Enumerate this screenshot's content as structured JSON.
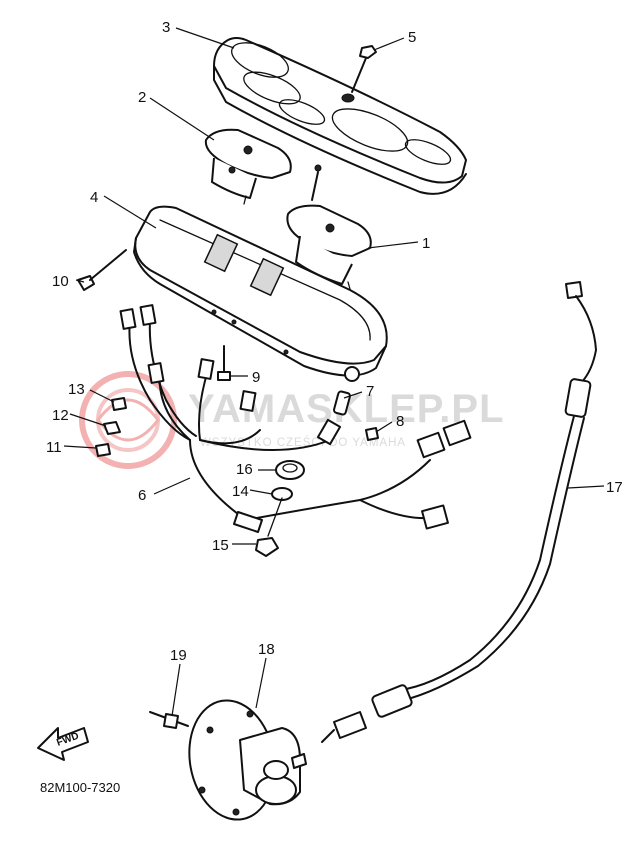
{
  "callouts": [
    {
      "num": "1"
    },
    {
      "num": "2"
    },
    {
      "num": "3"
    },
    {
      "num": "4"
    },
    {
      "num": "5"
    },
    {
      "num": "6"
    },
    {
      "num": "7"
    },
    {
      "num": "8"
    },
    {
      "num": "9"
    },
    {
      "num": "10"
    },
    {
      "num": "11"
    },
    {
      "num": "12"
    },
    {
      "num": "13"
    },
    {
      "num": "14"
    },
    {
      "num": "15"
    },
    {
      "num": "16"
    },
    {
      "num": "17"
    },
    {
      "num": "18"
    },
    {
      "num": "19"
    }
  ],
  "diagram_code": "82M100-7320",
  "fwd_label": "FWD",
  "watermark": {
    "brand": "YAMASKLEP.PL",
    "tagline": "WSZYSTKO CZĘŚCI DO YAMAHA",
    "color": "#e03030"
  }
}
